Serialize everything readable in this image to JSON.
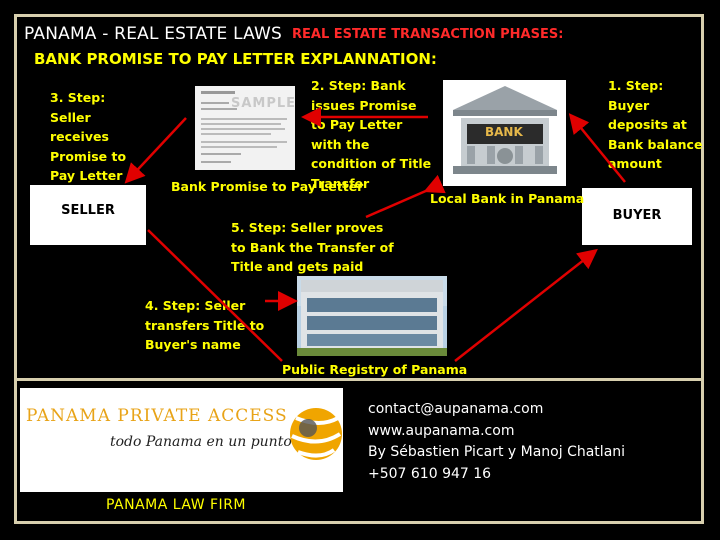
{
  "header": {
    "title": "PANAMA - REAL ESTATE LAWS",
    "phase_heading": "REAL ESTATE TRANSACTION PHASES:",
    "subtitle": "BANK PROMISE TO PAY LETTER EXPLANNATION:"
  },
  "steps": {
    "step1": "1. Step: Buyer deposits at Bank balance amount",
    "step2": "2. Step: Bank issues Promise to Pay Letter with the condition of Title Transfer",
    "step3": "3. Step: Seller receives Promise to Pay Letter",
    "step4": "4. Step: Seller transfers Title to Buyer's name",
    "step5": "5. Step: Seller proves to Bank the Transfer of Title and gets paid"
  },
  "parties": {
    "seller": "SELLER",
    "buyer": "BUYER"
  },
  "captions": {
    "letter": "Bank Promise to Pay Letter",
    "bank": "Local Bank in Panama",
    "registry": "Public Registry of Panama"
  },
  "images": {
    "sample_stamp": "SAMPLE",
    "bank_sign": "BANK"
  },
  "logo": {
    "name": "PANAMA PRIVATE ACCESS",
    "tagline": "todo Panama en un punto"
  },
  "footer": {
    "firm": "PANAMA LAW FIRM",
    "email": "contact@aupanama.com",
    "website": "www.aupanama.com",
    "authors": "By Sébastien Picart y Manoj Chatlani",
    "phone": "+507 610 947 16"
  },
  "colors": {
    "background": "#000000",
    "frame": "#d7cfae",
    "step_text": "#ffff00",
    "arrow": "#e00000",
    "heading_red": "#ff2a2a"
  }
}
